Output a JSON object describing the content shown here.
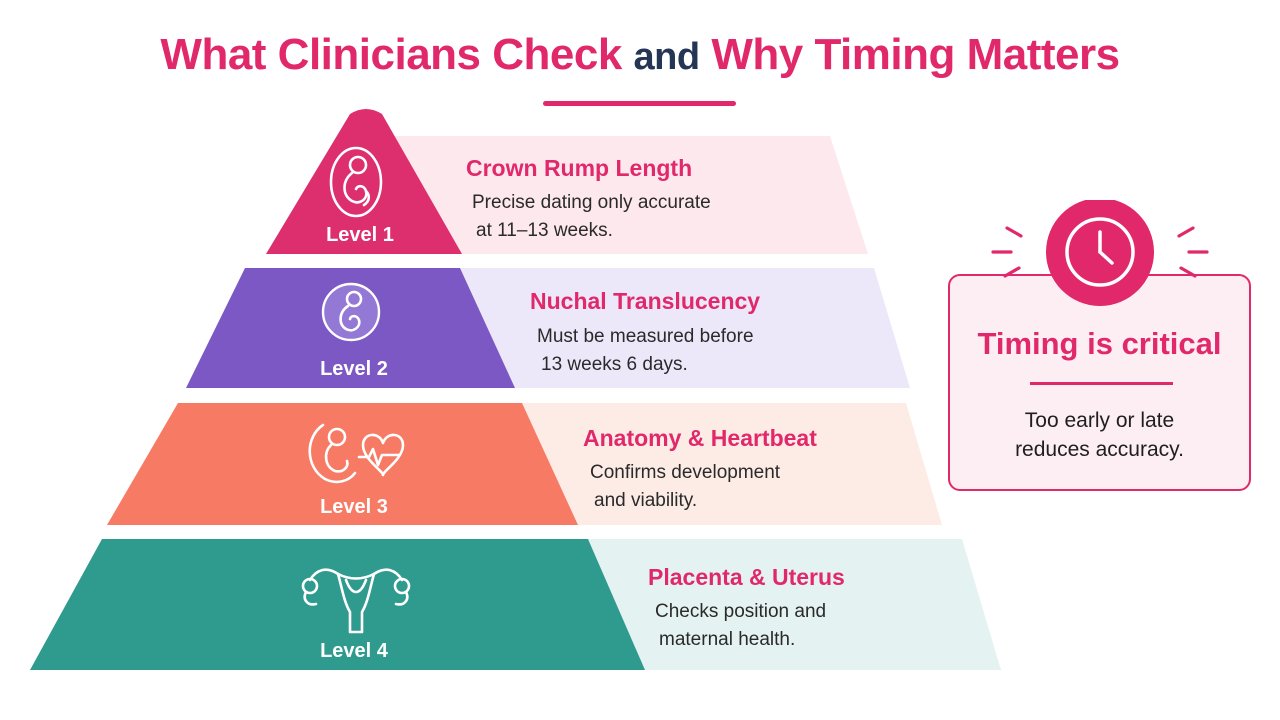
{
  "title": {
    "part1": "What Clinicians Check",
    "connector": "and",
    "part2": "Why Timing Matters"
  },
  "levels": [
    {
      "label": "Level 1",
      "heading": "Crown Rump Length",
      "description": [
        "Precise dating only accurate",
        "at 11–13 weeks."
      ],
      "icon": "fetus-icon",
      "color": "#dd2f6e",
      "band_color": "#fde8ee"
    },
    {
      "label": "Level 2",
      "heading": "Nuchal Translucency",
      "description": [
        "Must be measured before",
        "13 weeks 6 days."
      ],
      "icon": "fetus-circle-icon",
      "color": "#7c58c4",
      "band_color": "#ece8f9"
    },
    {
      "label": "Level 3",
      "heading": "Anatomy & Heartbeat",
      "description": [
        "Confirms development",
        "and viability."
      ],
      "icon": "fetus-heartbeat-icon",
      "color": "#f77a64",
      "band_color": "#fdece6"
    },
    {
      "label": "Level 4",
      "heading": "Placenta & Uterus",
      "description": [
        "Checks position and",
        "maternal health."
      ],
      "icon": "uterus-icon",
      "color": "#2f9a8e",
      "band_color": "#e4f3f1"
    }
  ],
  "timing": {
    "title": "Timing is critical",
    "description": [
      "Too early or late",
      "reduces accuracy."
    ],
    "icon": "clock-icon",
    "accent": "#e0286a"
  }
}
